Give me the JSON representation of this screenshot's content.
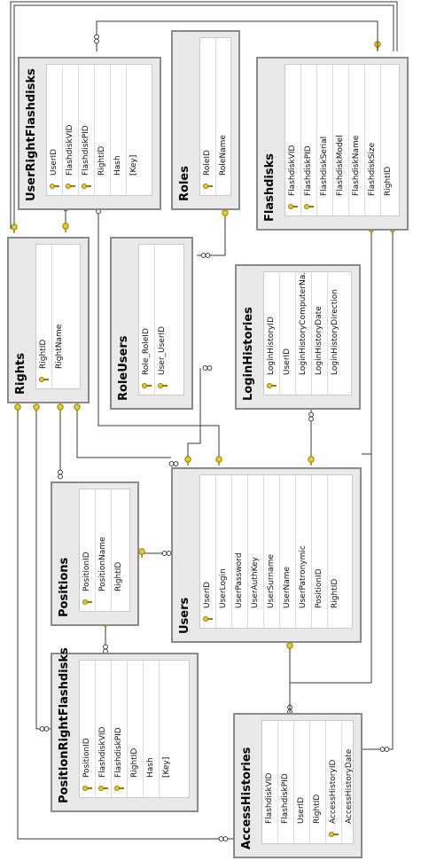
{
  "tables": {
    "userrightflashdisks": {
      "title": "UserRightFlashdisks",
      "columns": [
        {
          "name": "UserID",
          "key": true
        },
        {
          "name": "FlashdiskVID",
          "key": true
        },
        {
          "name": "FlashdiskPID",
          "key": true
        },
        {
          "name": "RightID",
          "key": false
        },
        {
          "name": "Hash",
          "key": false
        },
        {
          "name": "[Key]",
          "key": false
        }
      ]
    },
    "roles": {
      "title": "Roles",
      "columns": [
        {
          "name": "RoleID",
          "key": true
        },
        {
          "name": "RoleName",
          "key": false
        }
      ]
    },
    "flashdisks": {
      "title": "Flashdisks",
      "columns": [
        {
          "name": "FlashdiskVID",
          "key": true
        },
        {
          "name": "FlashdiskPID",
          "key": true
        },
        {
          "name": "FlashdiskSerial",
          "key": false
        },
        {
          "name": "FlashdiskModel",
          "key": false
        },
        {
          "name": "FlashdiskName",
          "key": false
        },
        {
          "name": "FlashdiskSize",
          "key": false
        },
        {
          "name": "RightID",
          "key": false
        }
      ]
    },
    "rights": {
      "title": "Rights",
      "columns": [
        {
          "name": "RightID",
          "key": true
        },
        {
          "name": "RightName",
          "key": false
        }
      ]
    },
    "roleusers": {
      "title": "RoleUsers",
      "columns": [
        {
          "name": "Role_RoleID",
          "key": true
        },
        {
          "name": "User_UserID",
          "key": true
        }
      ]
    },
    "loginhistories": {
      "title": "LoginHistories",
      "columns": [
        {
          "name": "LoginHistoryID",
          "key": true
        },
        {
          "name": "UserID",
          "key": false
        },
        {
          "name": "LoginHistoryComputerNa...",
          "key": false
        },
        {
          "name": "LoginHistoryDate",
          "key": false
        },
        {
          "name": "LoginHistoryDirection",
          "key": false
        }
      ]
    },
    "positions": {
      "title": "Positions",
      "columns": [
        {
          "name": "PositionID",
          "key": true
        },
        {
          "name": "PositionName",
          "key": false
        },
        {
          "name": "RightID",
          "key": false
        }
      ]
    },
    "users": {
      "title": "Users",
      "columns": [
        {
          "name": "UserID",
          "key": true
        },
        {
          "name": "UserLogin",
          "key": false
        },
        {
          "name": "UserPassword",
          "key": false
        },
        {
          "name": "UserAuthKey",
          "key": false
        },
        {
          "name": "UserSurname",
          "key": false
        },
        {
          "name": "UserName",
          "key": false
        },
        {
          "name": "UserPatronymic",
          "key": false
        },
        {
          "name": "PositionID",
          "key": false
        },
        {
          "name": "RightID",
          "key": false
        }
      ]
    },
    "positionrightflashdisks": {
      "title": "PositionRightFlashdisks",
      "columns": [
        {
          "name": "PositionID",
          "key": true
        },
        {
          "name": "FlashdiskVID",
          "key": true
        },
        {
          "name": "FlashdiskPID",
          "key": true
        },
        {
          "name": "RightID",
          "key": false
        },
        {
          "name": "Hash",
          "key": false
        },
        {
          "name": "[Key]",
          "key": false
        }
      ]
    },
    "accesshistories": {
      "title": "AccessHistories",
      "columns": [
        {
          "name": "FlashdiskVID",
          "key": false
        },
        {
          "name": "FlashdiskPID",
          "key": false
        },
        {
          "name": "UserID",
          "key": false
        },
        {
          "name": "RightID",
          "key": false
        },
        {
          "name": "AccessHistoryID",
          "key": true
        },
        {
          "name": "AccessHistoryDate",
          "key": false
        }
      ]
    }
  },
  "colors": {
    "line": "#3a3a3a",
    "key_fill": "#e4cc2a",
    "border": "#8a8a8a",
    "header_bg": "#e9e9e9"
  }
}
